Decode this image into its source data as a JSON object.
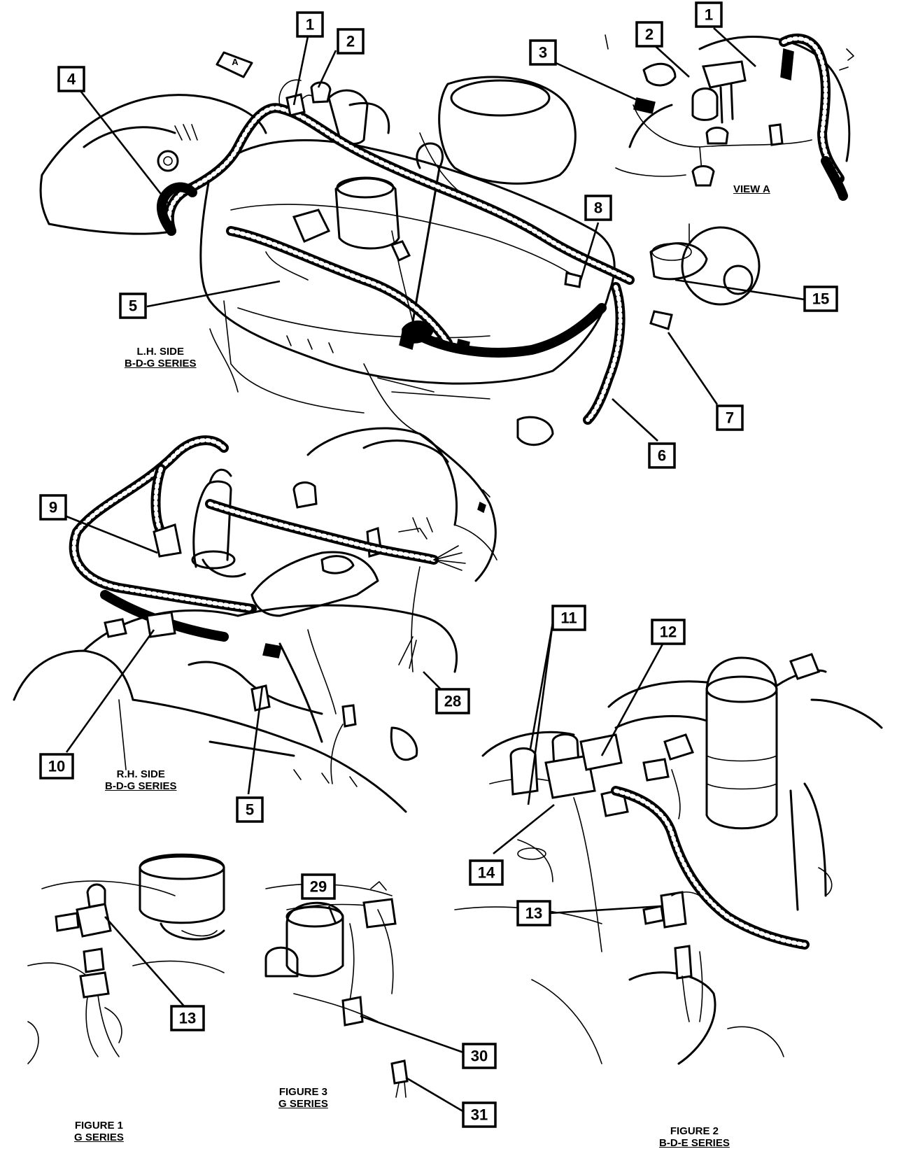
{
  "captions": {
    "view_a": "VIEW A",
    "lh_side": {
      "line1": "L.H. SIDE",
      "line2": "B-D-G SERIES"
    },
    "rh_side": {
      "line1": "R.H. SIDE",
      "line2": "B-D-G SERIES"
    },
    "figure1": {
      "line1": "FIGURE 1",
      "line2": "G SERIES"
    },
    "figure2": {
      "line1": "FIGURE 2",
      "line2": "B-D-E SERIES"
    },
    "figure3": {
      "line1": "FIGURE 3",
      "line2": "G SERIES"
    },
    "view_arrow": "A"
  },
  "callouts": {
    "c1_main": "1",
    "c2_main": "2",
    "c4": "4",
    "c5_top": "5",
    "c8": "8",
    "c15": "15",
    "c7": "7",
    "c6": "6",
    "c1_view": "1",
    "c2_view": "2",
    "c3": "3",
    "c9": "9",
    "c10": "10",
    "c5_bottom": "5",
    "c28": "28",
    "c11": "11",
    "c12": "12",
    "c14": "14",
    "c13_fig2": "13",
    "c13_fig1": "13",
    "c29": "29",
    "c30": "30",
    "c31": "31"
  }
}
